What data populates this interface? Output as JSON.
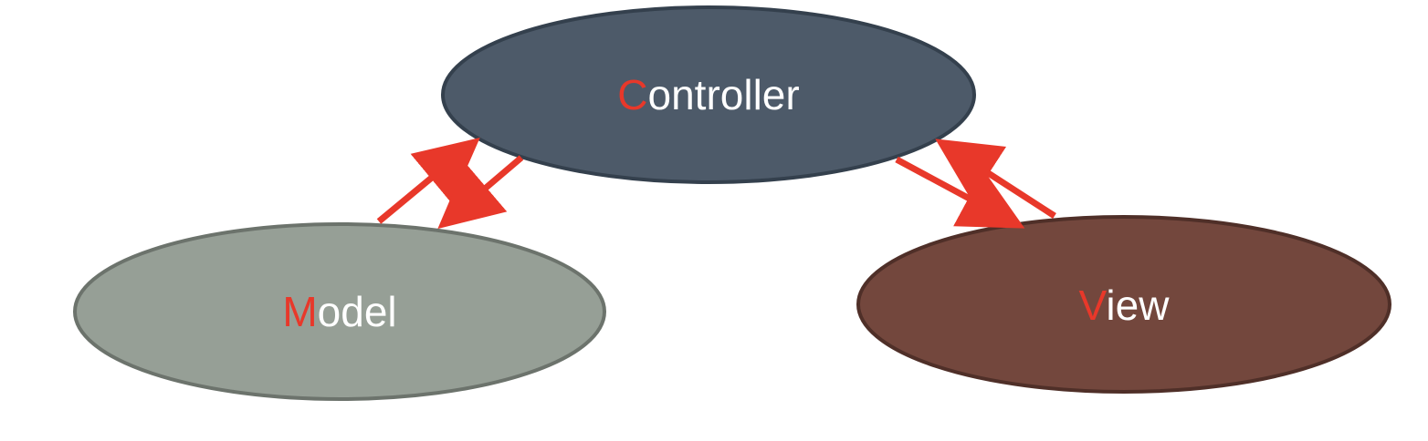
{
  "nodes": {
    "controller": {
      "initial": "C",
      "rest": "ontroller",
      "fill": "#4d5a69",
      "stroke": "#34404d"
    },
    "model": {
      "initial": "M",
      "rest": "odel",
      "fill": "#969f96",
      "stroke": "#6c736c"
    },
    "view": {
      "initial": "V",
      "rest": "iew",
      "fill": "#73473d",
      "stroke": "#4f2f28"
    }
  },
  "colors": {
    "accent": "#e8382a",
    "label": "#ffffff"
  },
  "edges": [
    {
      "from": "model",
      "to": "controller"
    },
    {
      "from": "controller",
      "to": "model"
    },
    {
      "from": "controller",
      "to": "view"
    },
    {
      "from": "view",
      "to": "controller"
    }
  ]
}
